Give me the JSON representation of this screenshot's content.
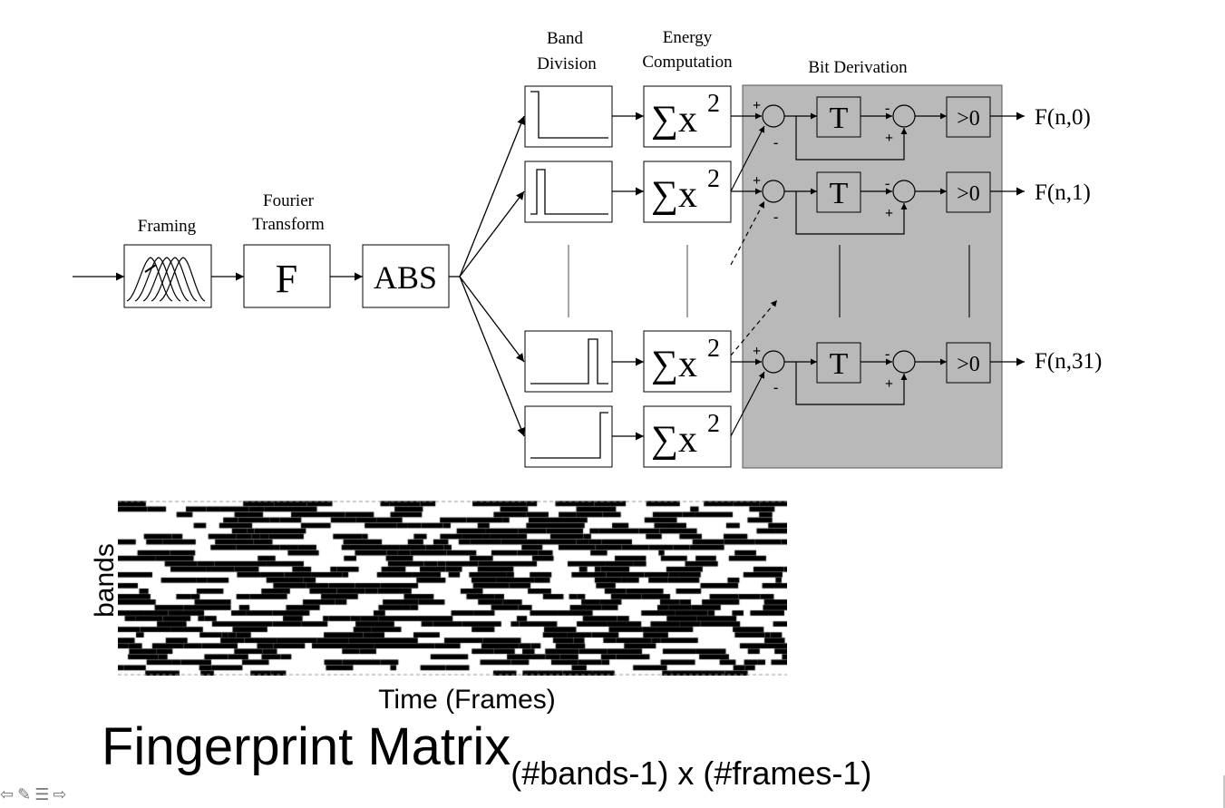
{
  "diagram": {
    "stage_labels": {
      "framing": "Framing",
      "fourier_line1": "Fourier",
      "fourier_line2": "Transform",
      "band_line1": "Band",
      "band_line2": "Division",
      "energy_line1": "Energy",
      "energy_line2": "Computation",
      "bit_derivation": "Bit Derivation"
    },
    "blocks": {
      "fourier": "F",
      "abs": "ABS",
      "sum_symbol": "∑x",
      "sum_exponent": "2",
      "delay": "T",
      "threshold": ">0"
    },
    "signs": {
      "plus": "+",
      "minus": "-"
    },
    "outputs": [
      "F(n,0)",
      "F(n,1)",
      "F(n,31)"
    ]
  },
  "matrix": {
    "ylabel": "bands",
    "xlabel": "Time (Frames)"
  },
  "caption": {
    "main": "Fingerprint Matrix",
    "subscript": "(#bands-1) x (#frames-1)"
  },
  "toolbar": {
    "icons": [
      "arrow-left-icon",
      "pen-icon",
      "menu-icon",
      "arrow-right-icon"
    ]
  }
}
